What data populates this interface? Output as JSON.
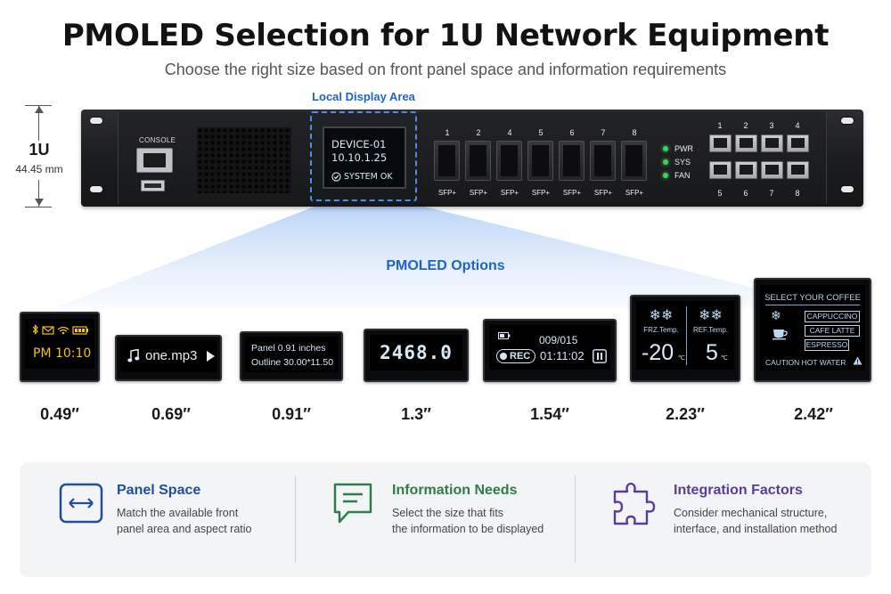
{
  "header": {
    "title": "PMOLED Selection for 1U Network Equipment",
    "subtitle": "Choose the right size based on front panel space and information requirements"
  },
  "dimension": {
    "label": "1U",
    "value": "44.45 mm"
  },
  "device": {
    "console_label": "CONSOLE",
    "display_area_label": "Local Display Area",
    "display": {
      "line1": "DEVICE-01",
      "line2": "10.10.1.25",
      "status": "SYSTEM OK"
    },
    "sfp_ports": [
      {
        "num": "1",
        "label": "SFP+"
      },
      {
        "num": "2",
        "label": "SFP+"
      },
      {
        "num": "4",
        "label": "SFP+"
      },
      {
        "num": "5",
        "label": "SFP+"
      },
      {
        "num": "6",
        "label": "SFP+"
      },
      {
        "num": "7",
        "label": "SFP+"
      },
      {
        "num": "8",
        "label": "SFP+"
      }
    ],
    "leds": [
      "PWR",
      "SYS",
      "FAN"
    ],
    "rj45_top": [
      "1",
      "2",
      "3",
      "4"
    ],
    "rj45_bottom": [
      "5",
      "6",
      "7",
      "8"
    ],
    "colors": {
      "accent_blue": "#1e63c7",
      "led_green": "#3cd35a"
    }
  },
  "options_title": "PMOLED Options",
  "modules": [
    {
      "size": "0.49″",
      "time": "PM 10:10"
    },
    {
      "size": "0.69″",
      "track": "one.mp3"
    },
    {
      "size": "0.91″",
      "line1": "Panel 0.91 inches",
      "line2": "Outline 30.00*11.50"
    },
    {
      "size": "1.3″",
      "value": "2468.0"
    },
    {
      "size": "1.54″",
      "counter": "009/015",
      "rec": "REC",
      "time": "01:11:02"
    },
    {
      "size": "2.23″",
      "frz_label": "FRZ.Temp.",
      "ref_label": "REF.Temp.",
      "frz_value": "-20",
      "ref_value": "5",
      "unit": "℃"
    },
    {
      "size": "2.42″",
      "title": "SELECT YOUR COFFEE",
      "items": [
        "CAPPUCCINO",
        "CAFE LATTE",
        "ESPRESSO"
      ],
      "warning": "CAUTION HOT WATER"
    }
  ],
  "factors": [
    {
      "title": "Panel Space",
      "desc_line1": "Match the available front",
      "desc_line2": "panel area and aspect ratio",
      "color": "#1f4e9a"
    },
    {
      "title": "Information Needs",
      "desc_line1": "Select the size that fits",
      "desc_line2": "the information to be displayed",
      "color": "#2e7d4a"
    },
    {
      "title": "Integration Factors",
      "desc_line1": "Consider mechanical structure,",
      "desc_line2": "interface, and installation method",
      "color": "#5a3d9a"
    }
  ]
}
